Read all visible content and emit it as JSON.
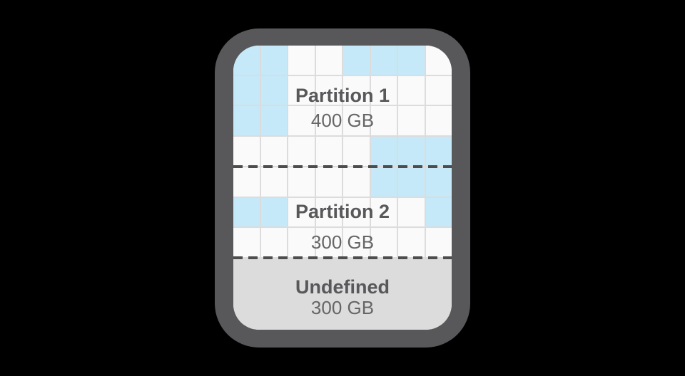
{
  "colors": {
    "background": "#000000",
    "device_border": "#58585A",
    "cell_white": "#FAFAFA",
    "cell_blue": "#C5E9F8",
    "grid_line": "#DCDCDC",
    "undefined_bg": "#DCDCDC",
    "divider": "#4D4D4D",
    "label_primary": "#58585A",
    "label_secondary": "#666666"
  },
  "disk": {
    "grid": {
      "columns": 8,
      "rows": 7,
      "pattern": [
        "BBWWBBBW",
        "BBWWWWWW",
        "BBWWWWWW",
        "WWWWWBBB",
        "WWWWWBBB",
        "BBWWWWWB",
        "WWWWWWWW"
      ]
    },
    "partitions": [
      {
        "id": "partition-1",
        "label": "Partition 1",
        "size": "400 GB"
      },
      {
        "id": "partition-2",
        "label": "Partition 2",
        "size": "300 GB"
      },
      {
        "id": "undefined",
        "label": "Undefined",
        "size": "300 GB"
      }
    ]
  }
}
